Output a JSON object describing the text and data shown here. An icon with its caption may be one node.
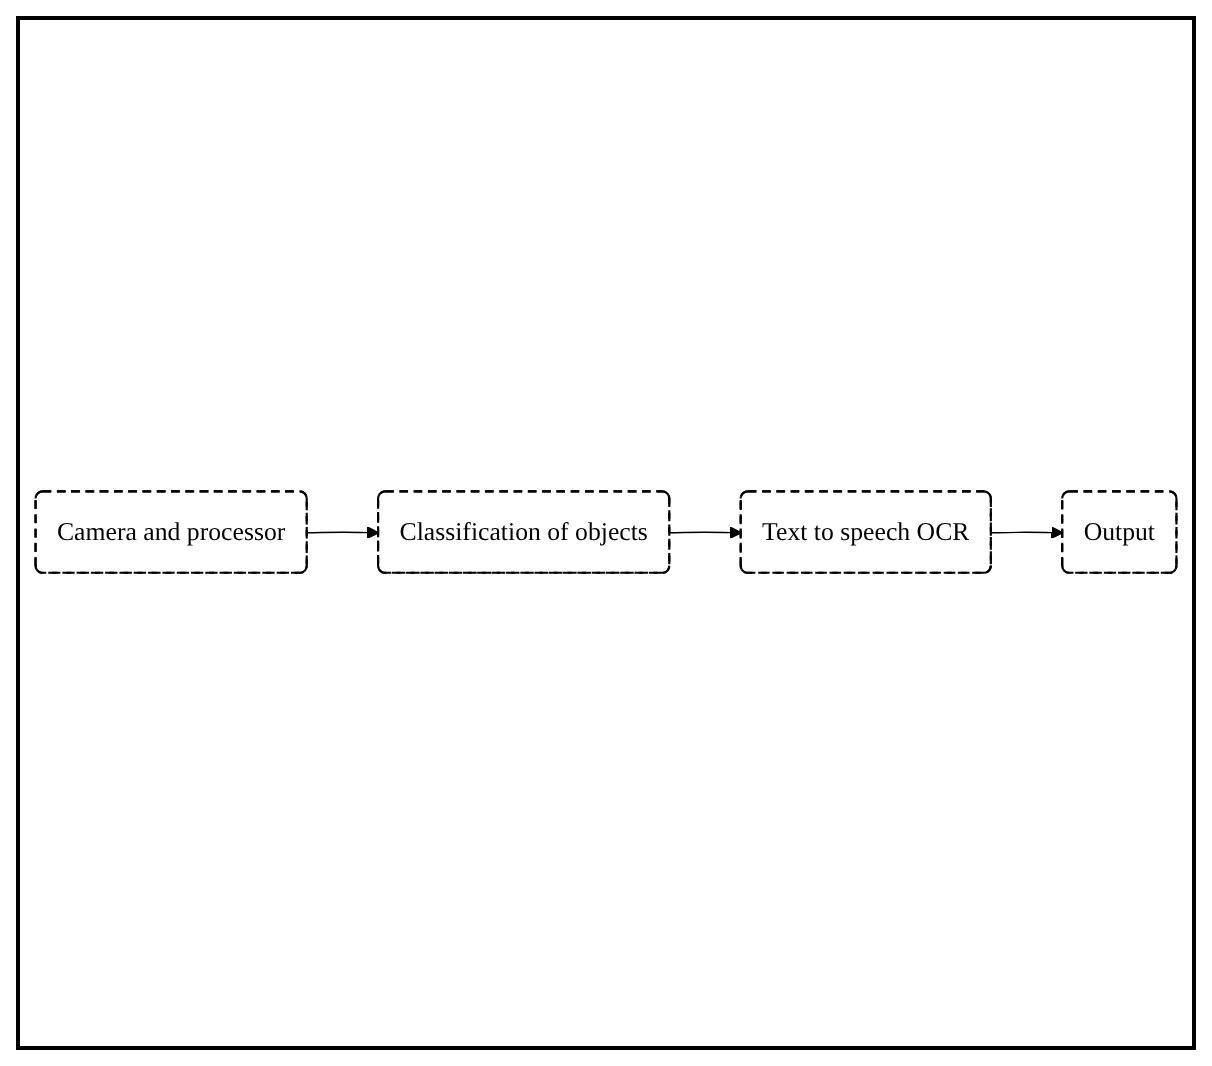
{
  "diagram": {
    "nodes": [
      {
        "text": [
          "Camera and processor"
        ]
      },
      {
        "text": [
          "Classification of objects"
        ]
      },
      {
        "text": [
          "Output"
        ]
      },
      {
        "text": [
          "Text to speech OCR"
        ]
      }
    ],
    "edges": [
      {
        "from": 0,
        "to": 1,
        "arrow": "to"
      },
      {
        "from": 1,
        "to": 3,
        "arrow": "to"
      },
      {
        "from": 3,
        "to": 2,
        "arrow": "to"
      }
    ]
  }
}
